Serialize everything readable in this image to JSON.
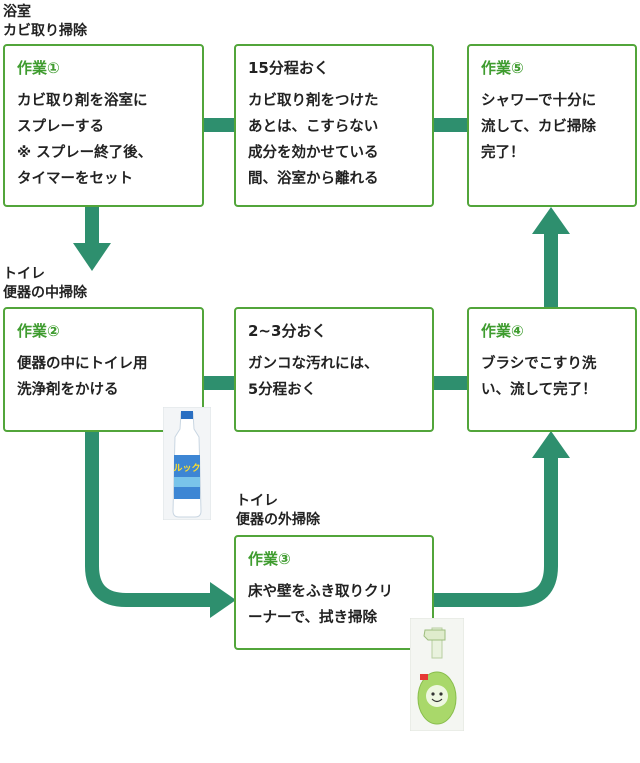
{
  "sections": {
    "bathroom": [
      "浴室",
      "カビ取り掃除"
    ],
    "toilet_inside": [
      "トイレ",
      "便器の中掃除"
    ],
    "toilet_outside": [
      "トイレ",
      "便器の外掃除"
    ]
  },
  "boxes": {
    "task1": {
      "head": "作業①",
      "lines": [
        "カビ取り剤を浴室に",
        "スプレーする",
        "※ スプレー終了後、",
        "タイマーをセット"
      ]
    },
    "wait15": {
      "head": "15分程おく",
      "lines": [
        "カビ取り剤をつけた",
        "あとは、こすらない",
        "成分を効かせている",
        "間、浴室から離れる"
      ]
    },
    "task5": {
      "head": "作業⑤",
      "lines": [
        "シャワーで十分に",
        "流して、カビ掃除",
        "完了！"
      ]
    },
    "task2": {
      "head": "作業②",
      "lines": [
        "便器の中にトイレ用",
        "洗浄剤をかける"
      ]
    },
    "wait23": {
      "head": "2~3分おく",
      "lines": [
        "ガンコな汚れには、",
        "5分程おく"
      ]
    },
    "task4": {
      "head": "作業④",
      "lines": [
        "ブラシでこすり洗",
        "い、流して完了！"
      ]
    },
    "task3": {
      "head": "作業③",
      "lines": [
        "床や壁をふき取りクリ",
        "ーナーで、拭き掃除"
      ]
    }
  },
  "products": {
    "toilet_cleaner_label": "ルック"
  },
  "colors": {
    "box_border": "#52a53a",
    "heading_green": "#3f9c2f",
    "arrow": "#2e8f6e"
  }
}
